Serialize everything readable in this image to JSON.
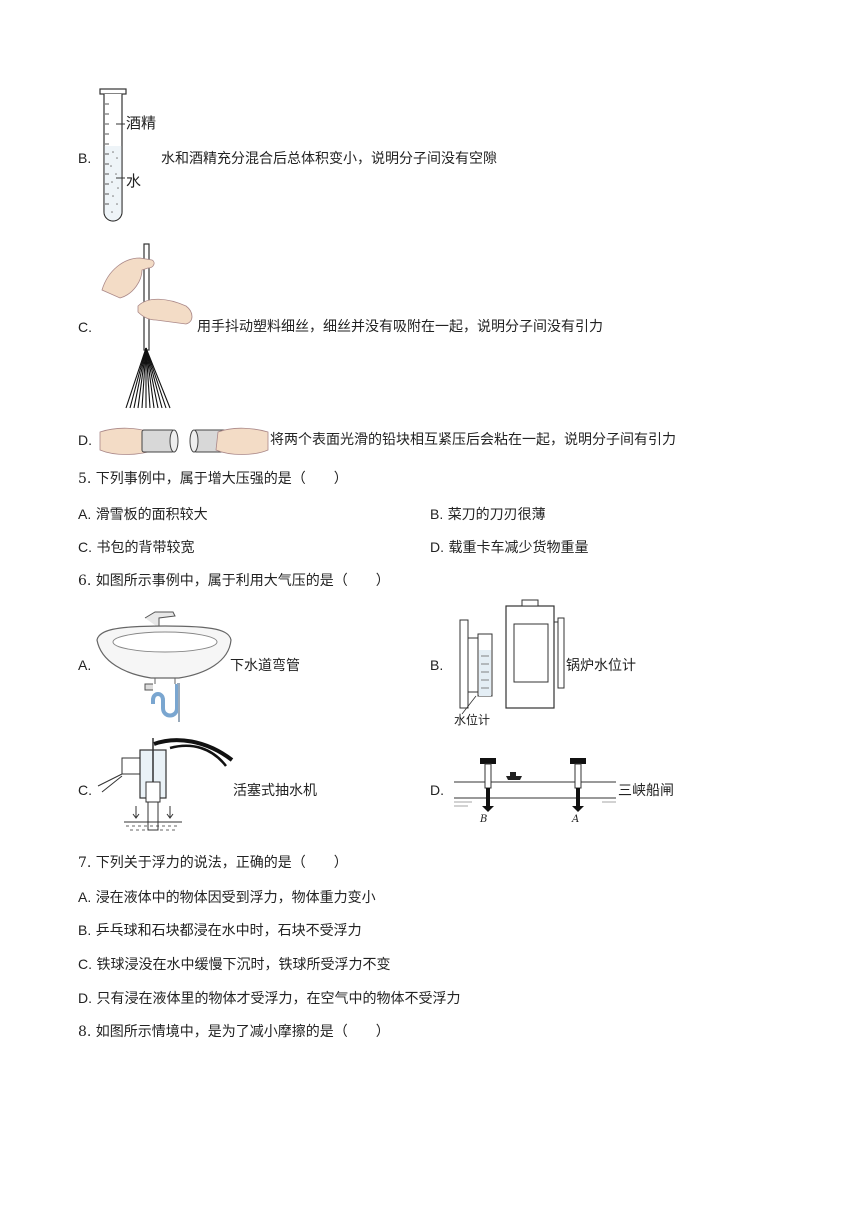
{
  "q4": {
    "options": [
      {
        "letter": "B.",
        "label_alcohol": "酒精",
        "label_water": "水",
        "text": "水和酒精充分混合后总体积变小，说明分子间没有空隙"
      },
      {
        "letter": "C.",
        "text": "用手抖动塑料细丝，细丝并没有吸附在一起，说明分子间没有引力"
      },
      {
        "letter": "D.",
        "text": "将两个表面光滑的铅块相互紧压后会粘在一起，说明分子间有引力"
      }
    ]
  },
  "q5": {
    "stem": "5. 下列事例中，属于增大压强的是（　　）",
    "options": [
      {
        "letter": "A.",
        "text": "滑雪板的面积较大"
      },
      {
        "letter": "B.",
        "text": "菜刀的刀刃很薄"
      },
      {
        "letter": "C.",
        "text": "书包的背带较宽"
      },
      {
        "letter": "D.",
        "text": "载重卡车减少货物重量"
      }
    ]
  },
  "q6": {
    "stem": "6. 如图所示事例中，属于利用大气压的是（　　）",
    "options": [
      {
        "letter": "A.",
        "text": "下水道弯管"
      },
      {
        "letter": "B.",
        "text": "锅炉水位计",
        "figure_label": "水位计"
      },
      {
        "letter": "C.",
        "text": "活塞式抽水机"
      },
      {
        "letter": "D.",
        "text": "三峡船闸",
        "gate_b": "B",
        "gate_a": "A"
      }
    ]
  },
  "q7": {
    "stem": "7. 下列关于浮力的说法，正确的是（　　）",
    "options": [
      {
        "letter": "A.",
        "text": "浸在液体中的物体因受到浮力，物体重力变小"
      },
      {
        "letter": "B.",
        "text": "乒乓球和石块都浸在水中时，石块不受浮力"
      },
      {
        "letter": "C.",
        "text": "铁球浸没在水中缓慢下沉时，铁球所受浮力不变"
      },
      {
        "letter": "D.",
        "text": "只有浸在液体里的物体才受浮力，在空气中的物体不受浮力"
      }
    ]
  },
  "q8": {
    "stem": "8. 如图所示情境中，是为了减小摩擦的是（　　）"
  }
}
